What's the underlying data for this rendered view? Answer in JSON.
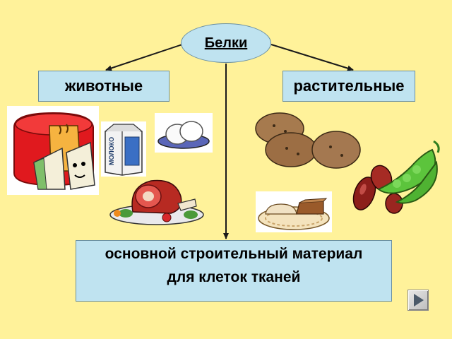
{
  "root": {
    "label": "Белки"
  },
  "branches": {
    "animal": {
      "label": "животные"
    },
    "plant": {
      "label": "растительные"
    }
  },
  "conclusion": {
    "line1": "основной строительный материал",
    "line2": "для клеток тканей"
  },
  "milk_carton": {
    "label": "МОЛОКО"
  },
  "colors": {
    "background": "#FFF29A",
    "box_fill": "#BFE3F0",
    "box_border": "#6A8FA0",
    "arrow": "#1A1A1A"
  },
  "icons": [
    "cheese-icon",
    "milk-carton-icon",
    "eggs-icon",
    "ham-icon",
    "potatoes-icon",
    "bread-plate-icon",
    "beans-icon",
    "pea-pods-icon",
    "next-slide-icon"
  ]
}
